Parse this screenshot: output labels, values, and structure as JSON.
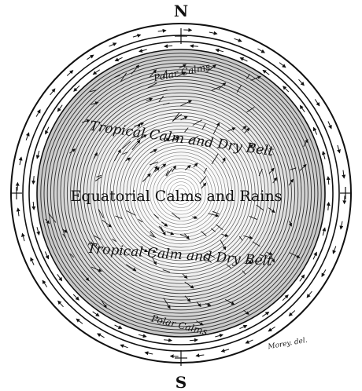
{
  "poles": {
    "north": "N",
    "south": "S"
  },
  "zones": {
    "polar_calms_north": "Polar Calms",
    "tropical_north": "Tropical Calm and Dry Belt",
    "equatorial": "Equatorial Calms and Rains",
    "tropical_south": "Tropical Calm and Dry Belt",
    "polar_calms_south": "Polar Calms"
  },
  "signature": "Morey. del.",
  "colors": {
    "ink": "#111111",
    "paper": "#ffffff"
  },
  "icons": {
    "wind_arrow": "arrow-icon",
    "compass_cross": "cross-icon"
  }
}
